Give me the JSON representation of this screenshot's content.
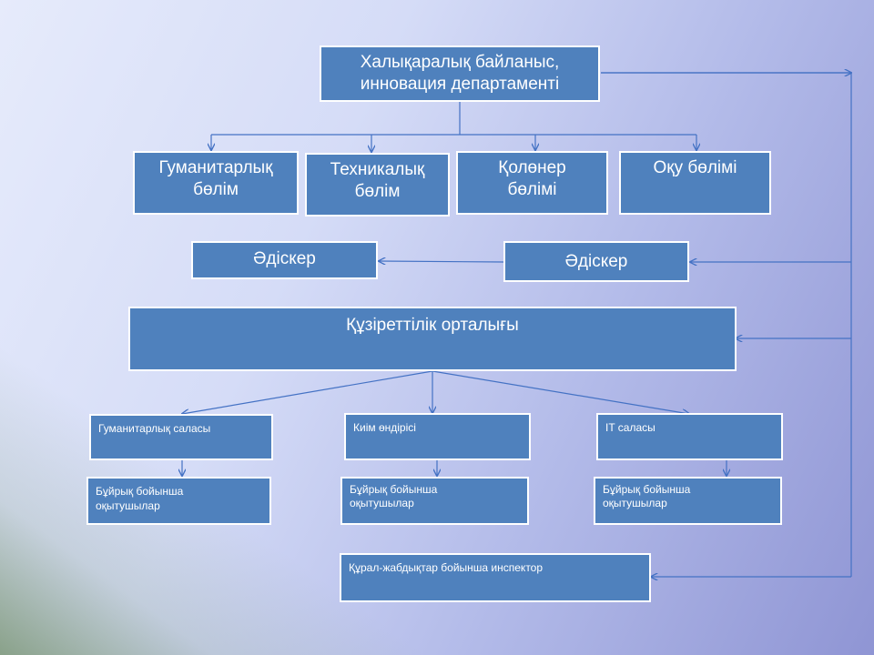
{
  "top": {
    "line1": "Халықаралық байланыс,",
    "line2": "инновация департаменті"
  },
  "departments": [
    {
      "line1": "Гуманитарлық",
      "line2": "бөлім"
    },
    {
      "line1": "Техникалық",
      "line2": "бөлім"
    },
    {
      "line1": "Қолөнер",
      "line2": "бөлімі"
    },
    {
      "line1": "Оқу бөлімі",
      "line2": ""
    }
  ],
  "methodists": {
    "left": "Әдіскер",
    "right": "Әдіскер"
  },
  "center": "Құзіреттілік орталығы",
  "branches": [
    {
      "name": "Гуманитарлық саласы",
      "sub_line1": "Бұйрық бойынша",
      "sub_line2": "оқытушылар"
    },
    {
      "name": "Киім өндірісі",
      "sub_line1": "Бұйрық бойынша",
      "sub_line2": "оқытушылар"
    },
    {
      "name": "IT саласы",
      "sub_line1": "Бұйрық бойынша",
      "sub_line2": "оқытушылар"
    }
  ],
  "inspector": "Құрал-жабдықтар бойынша инспектор",
  "colors": {
    "box_fill": "#4f81bd",
    "box_border": "#ffffff",
    "connector": "#4472c4"
  }
}
